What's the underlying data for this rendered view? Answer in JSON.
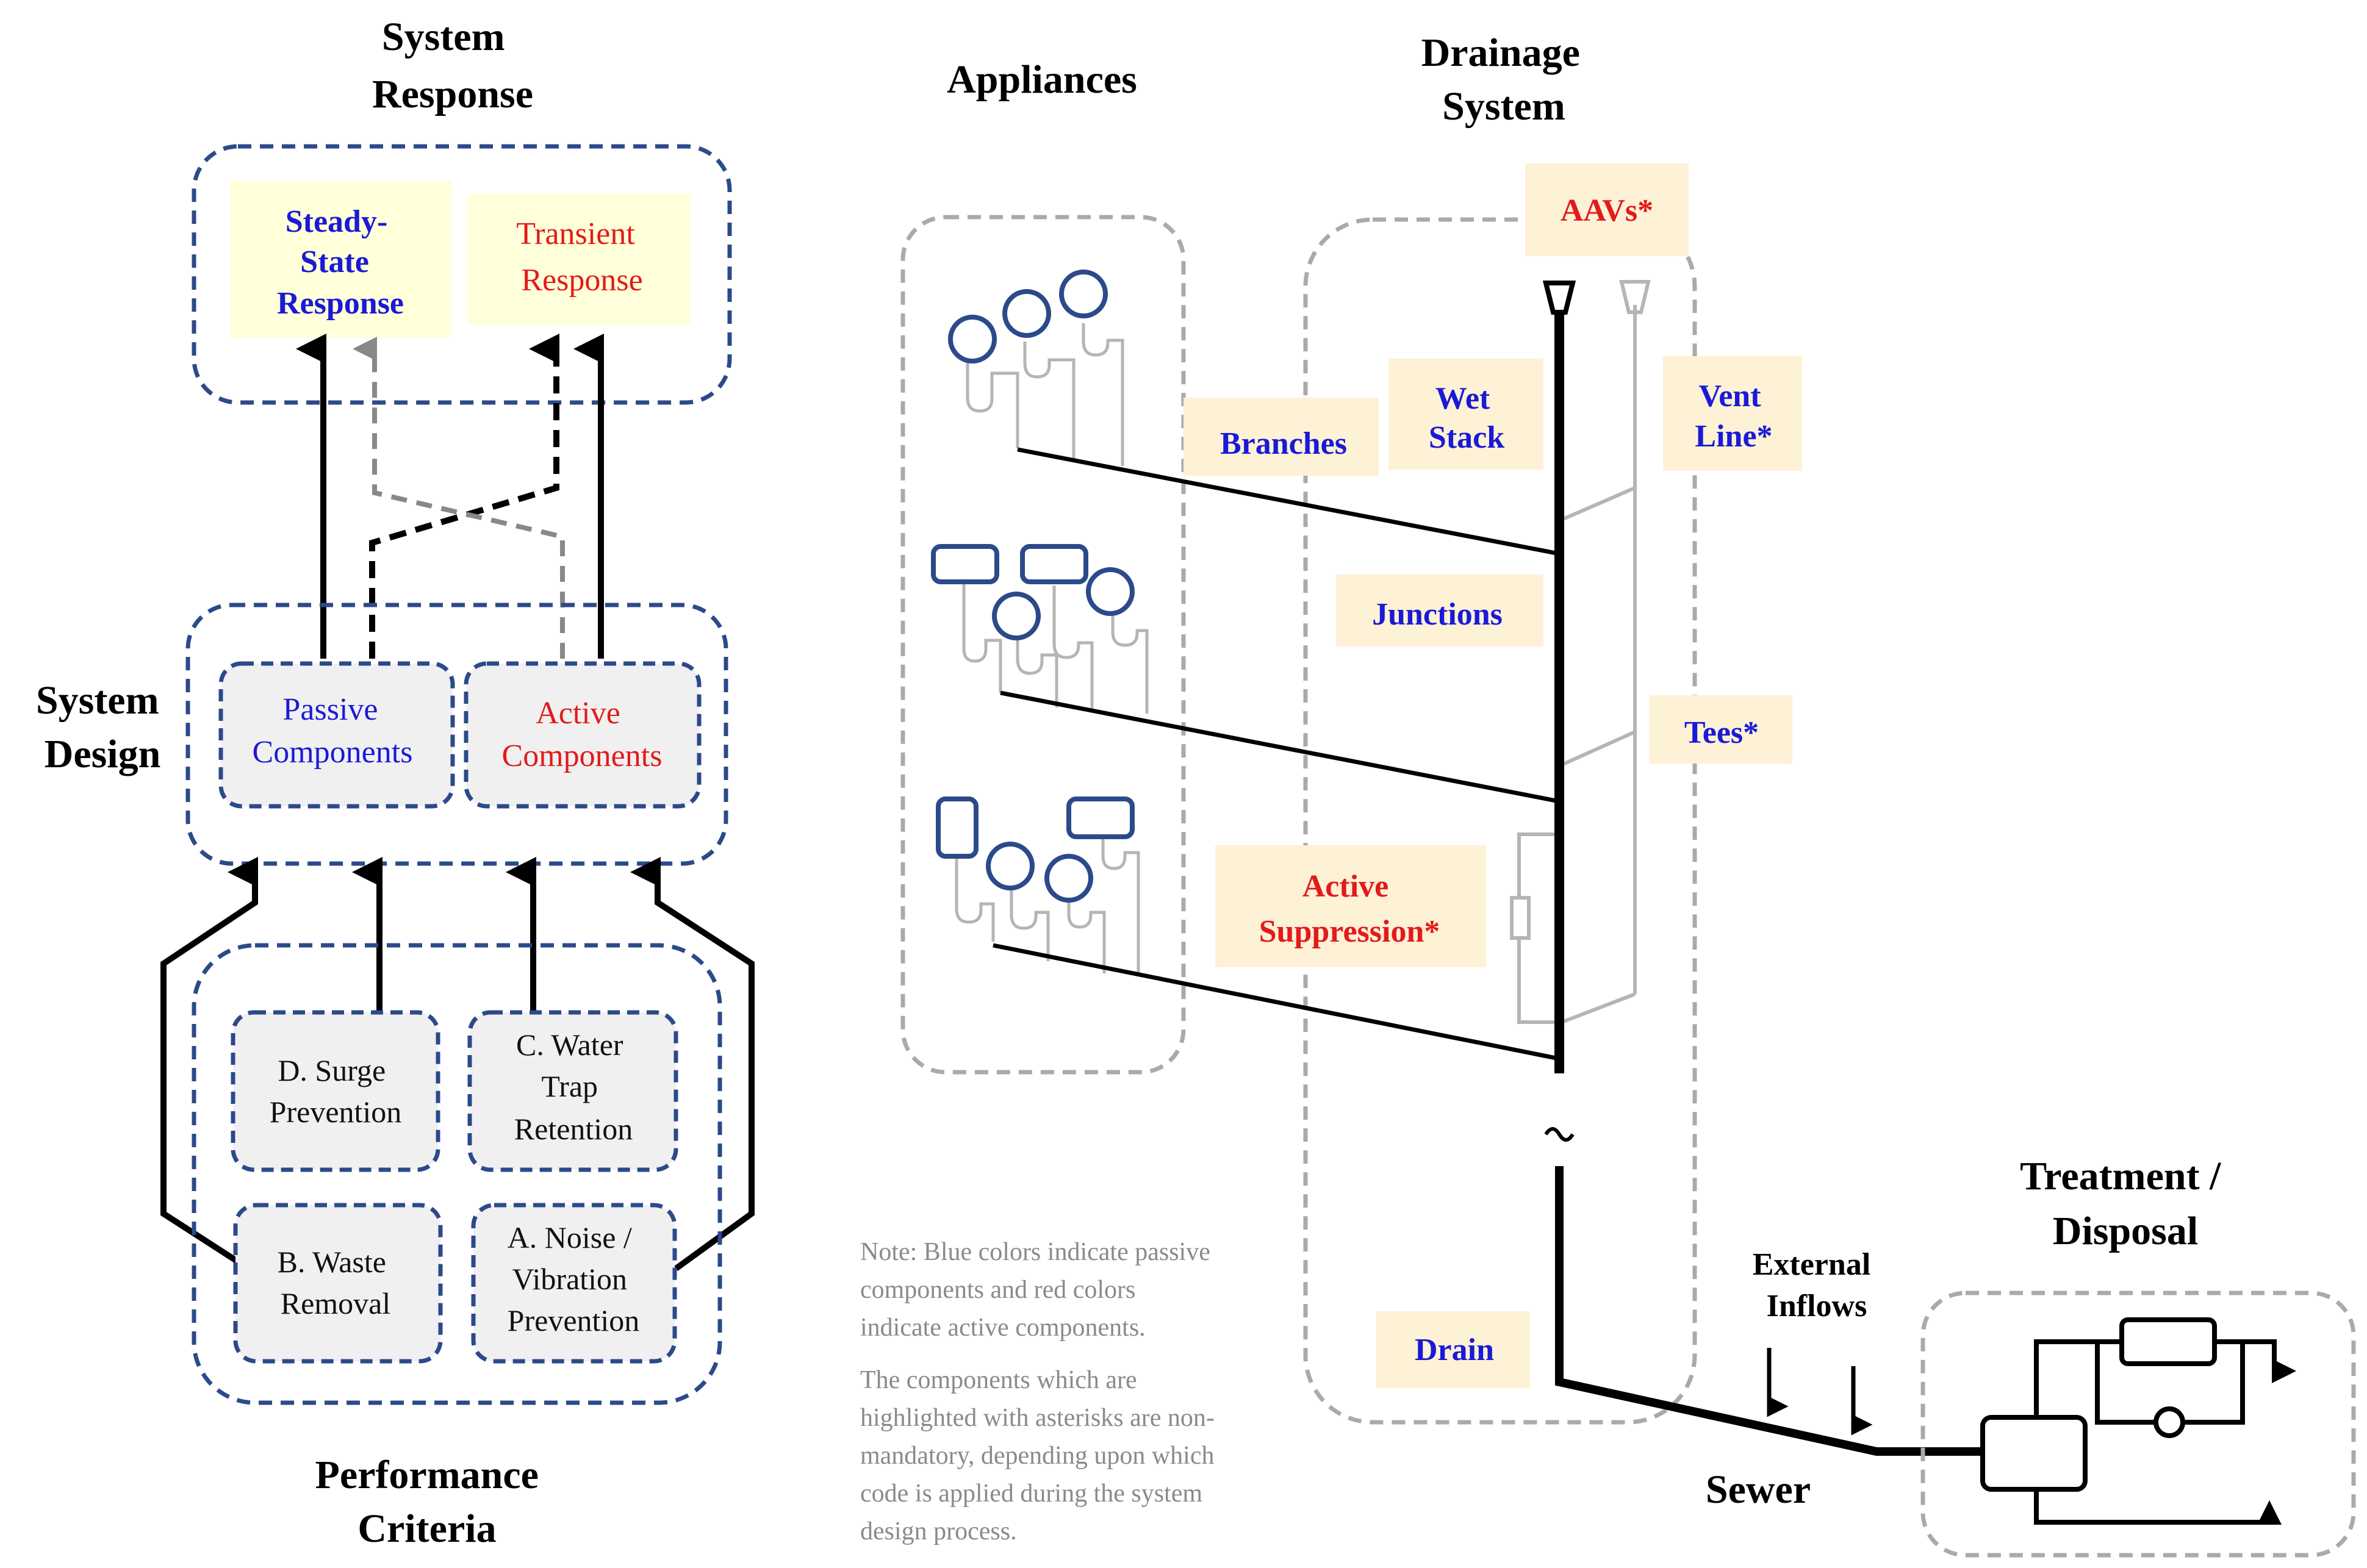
{
  "left": {
    "system_response_title": [
      "System",
      "Response"
    ],
    "steady_state": [
      "Steady-",
      "State",
      "Response"
    ],
    "transient": [
      "Transient",
      "Response"
    ],
    "system_design_title": [
      "System",
      "Design"
    ],
    "passive": [
      "Passive",
      "Components"
    ],
    "active": [
      "Active",
      "Components"
    ],
    "surge": [
      "D. Surge",
      "Prevention"
    ],
    "water_trap": [
      "C. Water",
      "Trap",
      "Retention"
    ],
    "waste": [
      "B. Waste",
      "Removal"
    ],
    "noise": [
      "A. Noise /",
      "Vibration",
      "Prevention"
    ],
    "performance_title": [
      "Performance",
      "Criteria"
    ]
  },
  "right": {
    "appliances_title": "Appliances",
    "drainage_title": [
      "Drainage",
      "System"
    ],
    "aavs": "AAVs*",
    "branches": "Branches",
    "wet_stack": [
      "Wet",
      "Stack"
    ],
    "vent_line": [
      "Vent",
      "Line*"
    ],
    "junctions": "Junctions",
    "tees": "Tees*",
    "active_suppression": [
      "Active",
      "Suppression*"
    ],
    "drain": "Drain",
    "external_inflows": [
      "External",
      "Inflows"
    ],
    "sewer": "Sewer",
    "treatment_title": [
      "Treatment /",
      "Disposal"
    ],
    "note": [
      "Note: Blue colors indicate passive",
      "components and red colors",
      "indicate active components.",
      "The components which are",
      "highlighted with asterisks are non-",
      "mandatory, depending upon which",
      "code is applied during the system",
      "design process."
    ]
  },
  "colors": {
    "passive_blue": "#1a1ad6",
    "active_red": "#e31a1a",
    "frame_navy": "#2b4a8a",
    "label_bg": "#fdf1d6",
    "response_bg": "#ffffd9",
    "component_bg": "#f0f0f0",
    "grey_line": "#b5b5b5"
  }
}
